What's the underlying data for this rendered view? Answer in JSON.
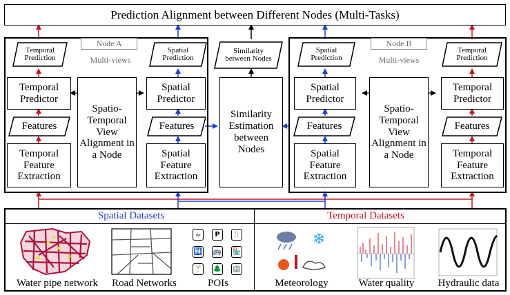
{
  "title": "Prediction Alignment between Different Nodes (Multi-Tasks)",
  "node_a": {
    "tag": "Node A",
    "multiviews": "Multi-views",
    "temporal_prediction": "Temporal Prediction",
    "spatial_prediction": "Spatial Prediction",
    "temporal_predictor": "Temporal Predictor",
    "spatial_predictor": "Spatial Predictor",
    "temporal_features": "Features",
    "spatial_features": "Features",
    "temporal_extraction": "Temporal Feature Extraction",
    "spatial_extraction": "Spatial Feature Extraction",
    "alignment": "Spatio-Temporal View Alignment in a Node"
  },
  "node_b": {
    "tag": "Node B",
    "multiviews": "Multi-views",
    "temporal_prediction": "Temporal Prediction",
    "spatial_prediction": "Spatial Prediction",
    "temporal_predictor": "Temporal Predictor",
    "spatial_predictor": "Spatial Predictor",
    "temporal_features": "Features",
    "spatial_features": "Features",
    "temporal_extraction": "Temporal Feature Extraction",
    "spatial_extraction": "Spatial Feature Extraction",
    "alignment": "Spatio-Temporal View Alignment in a Node"
  },
  "similarity": {
    "estimation": "Similarity Estimation between Nodes",
    "output": "Similarity between Nodes"
  },
  "datasets": {
    "spatial_title": "Spatial Datasets",
    "temporal_title": "Temporal Datasets",
    "spatial_items": [
      "Water pipe network",
      "Road Networks",
      "POIs"
    ],
    "temporal_items": [
      "Meteorology",
      "Water quality",
      "Hydraulic data"
    ]
  },
  "colors": {
    "spatial": "#1a3fd6",
    "temporal": "#c8141e",
    "pipe": "#b0103a"
  },
  "poi_icons": [
    "cup-icon",
    "parking-icon",
    "fork-knife-icon",
    "restroom-icon",
    "bus-icon",
    "shop-icon",
    "cocktail-icon",
    "park-icon",
    "building-icon"
  ]
}
